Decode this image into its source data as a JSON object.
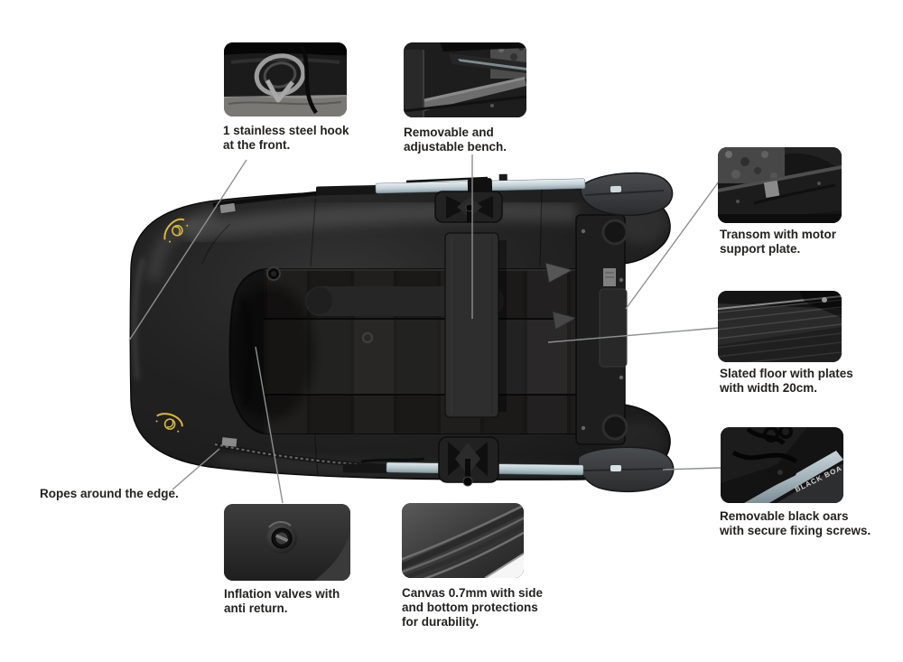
{
  "colors": {
    "background": "#ffffff",
    "label_text": "#232220",
    "leader_line": "#8d9091",
    "boat_black": "#1d1d1d",
    "logo_yellow": "#d9b93c",
    "oar_shaft_silver": "#cdd9dd"
  },
  "boat": {
    "brand_logo": "carp-spirit-logo"
  },
  "callouts": {
    "hook": {
      "label": "1 stainless steel hook\nat the front.",
      "photo": "stainless-steel-hook-photo"
    },
    "bench": {
      "label": "Removable and\nadjustable bench.",
      "photo": "bench-photo"
    },
    "transom": {
      "label": "Transom with motor\nsupport plate.",
      "photo": "transom-photo"
    },
    "floor": {
      "label": "Slated floor with plates\nwith width 20cm.",
      "photo": "slatted-floor-photo"
    },
    "oars": {
      "label": "Removable black oars\nwith secure fixing screws.",
      "photo": "oars-photo",
      "photo_text": "BLACK BOA"
    },
    "ropes": {
      "label": "Ropes around the edge."
    },
    "valves": {
      "label": "Inflation valves with\nanti return.",
      "photo": "inflation-valve-photo"
    },
    "canvas": {
      "label": "Canvas 0.7mm with side\nand bottom protections\nfor durability.",
      "photo": "canvas-photo"
    }
  }
}
